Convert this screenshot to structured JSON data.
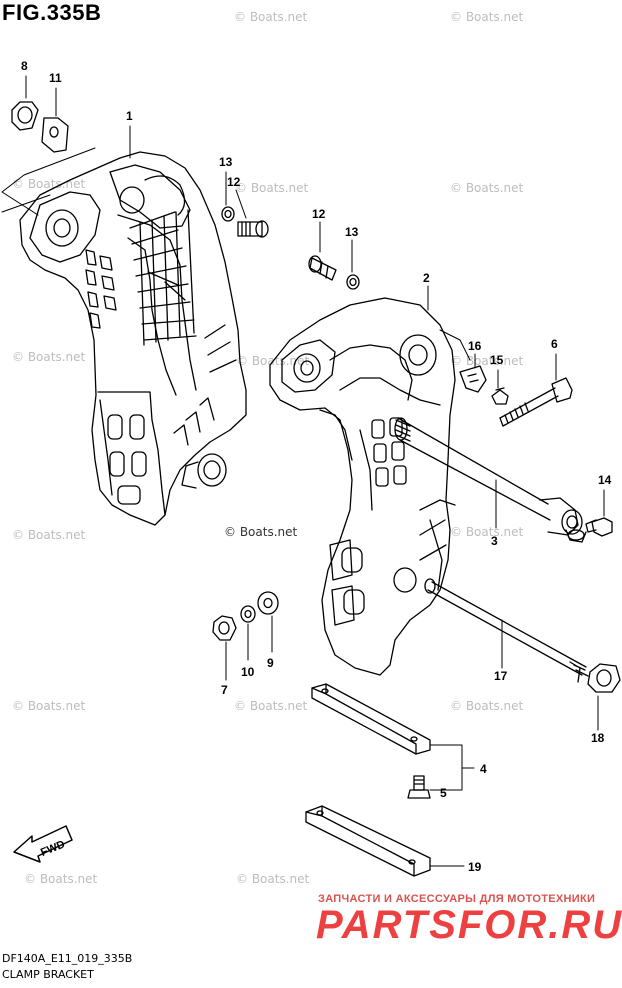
{
  "figure": {
    "title": "FIG.335B",
    "code": "DF140A_E11_019_335B",
    "caption": "CLAMP BRACKET"
  },
  "watermarks": {
    "text": "© Boats.net",
    "center": "© Boats.net"
  },
  "promo": {
    "line1": "ЗАПЧАСТИ И АКСЕССУАРЫ ДЛЯ МОТОТЕХНИКИ",
    "line2": "PARTSFOR.RU"
  },
  "fwd_label": "FWD",
  "callouts": [
    "1",
    "2",
    "3",
    "4",
    "5",
    "6",
    "7",
    "8",
    "9",
    "10",
    "11",
    "12",
    "12",
    "13",
    "13",
    "14",
    "15",
    "16",
    "17",
    "18",
    "19"
  ],
  "colors": {
    "line": "#000000",
    "watermark": "#bdbdbd",
    "promo": "#ee4040"
  }
}
